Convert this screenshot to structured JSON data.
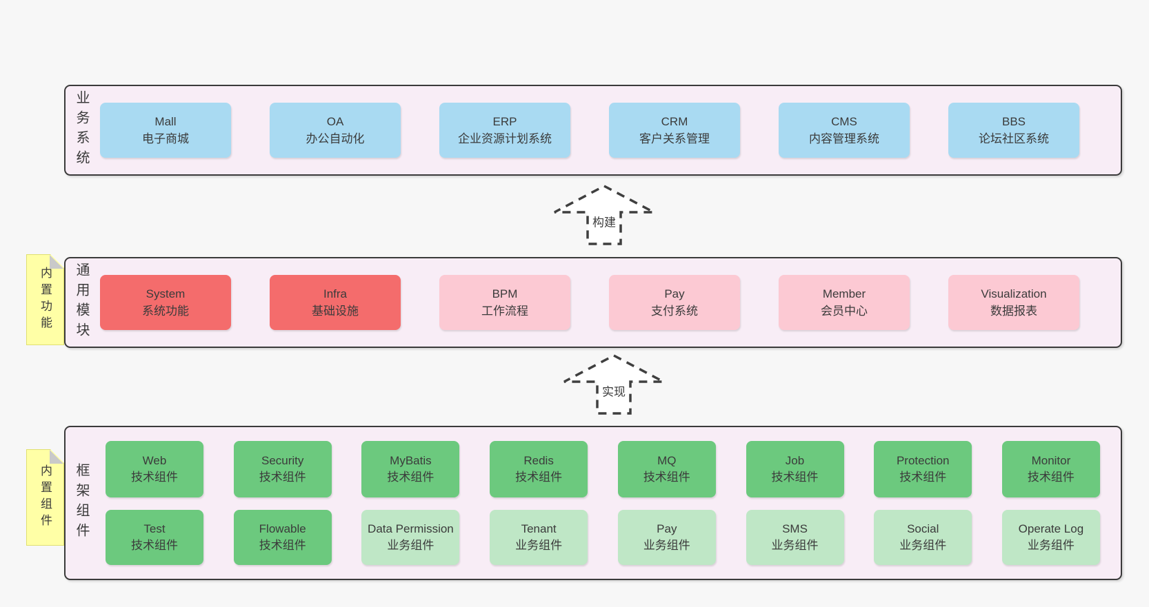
{
  "colors": {
    "page_bg": "#f7f7f7",
    "band_bg": "#f8edf6",
    "band_border": "#3a3a3a",
    "blue": "#a9daf2",
    "red": "#f46c6c",
    "pink": "#fcc9d3",
    "green": "#6cc97e",
    "green_light": "#bfe7c6",
    "note_yellow": "#ffffa6",
    "fold_gray": "#c9c9c9",
    "arrow_stroke": "#3f3f3f",
    "text": "#3b3b3b"
  },
  "arrows": [
    {
      "label": "构建"
    },
    {
      "label": "实现"
    }
  ],
  "bands": [
    {
      "vertical_label": "业务系统",
      "boxes": [
        {
          "title": "Mall",
          "subtitle": "电子商城"
        },
        {
          "title": "OA",
          "subtitle": "办公自动化"
        },
        {
          "title": "ERP",
          "subtitle": "企业资源计划系统"
        },
        {
          "title": "CRM",
          "subtitle": "客户关系管理"
        },
        {
          "title": "CMS",
          "subtitle": "内容管理系统"
        },
        {
          "title": "BBS",
          "subtitle": "论坛社区系统"
        }
      ]
    },
    {
      "vertical_label": "通用模块",
      "note": "内置功能",
      "boxes": [
        {
          "title": "System",
          "subtitle": "系统功能"
        },
        {
          "title": "Infra",
          "subtitle": "基础设施"
        },
        {
          "title": "BPM",
          "subtitle": "工作流程"
        },
        {
          "title": "Pay",
          "subtitle": "支付系统"
        },
        {
          "title": "Member",
          "subtitle": "会员中心"
        },
        {
          "title": "Visualization",
          "subtitle": "数据报表"
        }
      ]
    },
    {
      "vertical_label": "框架组件",
      "note": "内置组件",
      "rows": [
        [
          {
            "title": "Web",
            "subtitle": "技术组件"
          },
          {
            "title": "Security",
            "subtitle": "技术组件"
          },
          {
            "title": "MyBatis",
            "subtitle": "技术组件"
          },
          {
            "title": "Redis",
            "subtitle": "技术组件"
          },
          {
            "title": "MQ",
            "subtitle": "技术组件"
          },
          {
            "title": "Job",
            "subtitle": "技术组件"
          },
          {
            "title": "Protection",
            "subtitle": "技术组件"
          },
          {
            "title": "Monitor",
            "subtitle": "技术组件"
          }
        ],
        [
          {
            "title": "Test",
            "subtitle": "技术组件"
          },
          {
            "title": "Flowable",
            "subtitle": "技术组件"
          },
          {
            "title": "Data Permission",
            "subtitle": "业务组件"
          },
          {
            "title": "Tenant",
            "subtitle": "业务组件"
          },
          {
            "title": "Pay",
            "subtitle": "业务组件"
          },
          {
            "title": "SMS",
            "subtitle": "业务组件"
          },
          {
            "title": "Social",
            "subtitle": "业务组件"
          },
          {
            "title": "Operate Log",
            "subtitle": "业务组件"
          }
        ]
      ]
    }
  ]
}
